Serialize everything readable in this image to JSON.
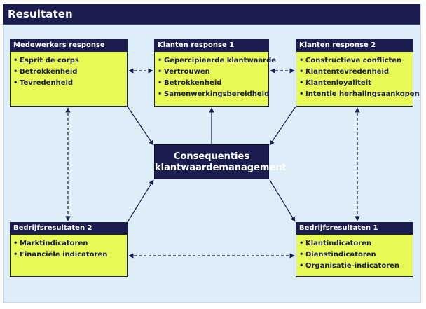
{
  "title": "Resultaten",
  "colors": {
    "navy": "#1b1d4f",
    "box_fill": "#e7fa55",
    "background": "#ddeef8"
  },
  "boxes": {
    "medewerkers": {
      "title": "Medewerkers response",
      "items": [
        "Esprit de corps",
        "Betrokkenheid",
        "Tevredenheid"
      ]
    },
    "klanten1": {
      "title": "Klanten response 1",
      "items": [
        "Gepercipieerde klantwaarde",
        "Vertrouwen",
        "Betrokkenheid",
        "Samenwerkingsbereidheid"
      ]
    },
    "klanten2": {
      "title": "Klanten response 2",
      "items": [
        "Constructieve conflicten",
        "Klantentevredenheid",
        "Klantenloyaliteit",
        "Intentie herhalingsaankopen"
      ]
    },
    "bedrijf2": {
      "title": "Bedrijfsresultaten 2",
      "items": [
        "Marktindicatoren",
        "Financiële indicatoren"
      ]
    },
    "bedrijf1": {
      "title": "Bedrijfsresultaten 1",
      "items": [
        "Klantindicatoren",
        "Dienstindicatoren",
        "Organisatie-indicatoren"
      ]
    }
  },
  "center": {
    "line1": "Consequenties",
    "line2": "klantwaardemanagement"
  },
  "bullet": "•"
}
